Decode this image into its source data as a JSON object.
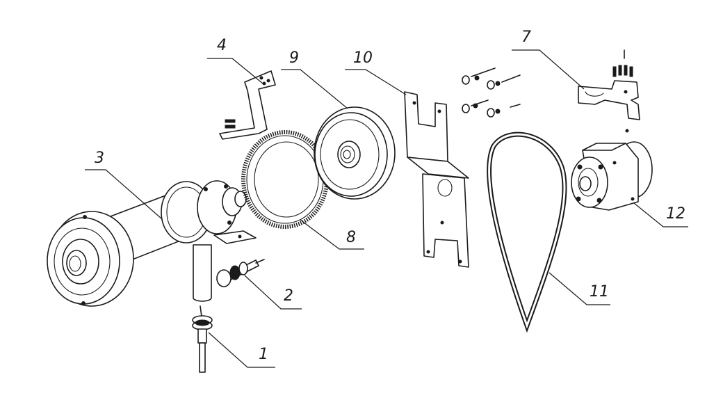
{
  "diagram": {
    "callouts": [
      {
        "id": "1",
        "label": "1"
      },
      {
        "id": "2",
        "label": "2"
      },
      {
        "id": "3",
        "label": "3"
      },
      {
        "id": "4",
        "label": "4"
      },
      {
        "id": "7",
        "label": "7"
      },
      {
        "id": "8",
        "label": "8"
      },
      {
        "id": "9",
        "label": "9"
      },
      {
        "id": "10",
        "label": "10"
      },
      {
        "id": "11",
        "label": "11"
      },
      {
        "id": "12",
        "label": "12"
      }
    ]
  }
}
